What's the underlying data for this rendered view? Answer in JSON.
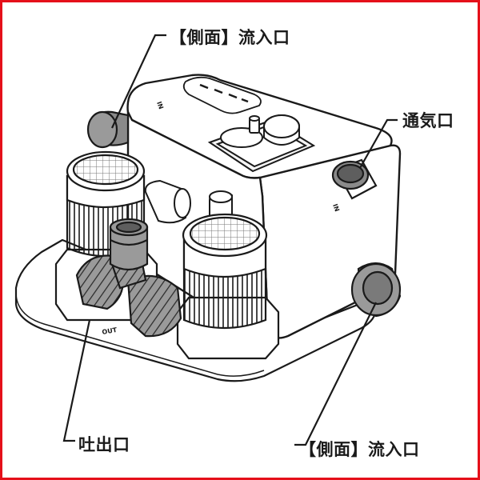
{
  "labels": {
    "inlet_top": "【側面】流入口",
    "vent": "通気口",
    "outlet": "吐出口",
    "inlet_side": "【側面】流入口"
  },
  "markings": {
    "in_left": "IN",
    "in_right": "IN",
    "out": "OUT"
  },
  "colors": {
    "frame": "#e5101a",
    "line": "#1a1a1a",
    "body": "#ffffff",
    "pipe_fill": "#9a9a9a"
  }
}
